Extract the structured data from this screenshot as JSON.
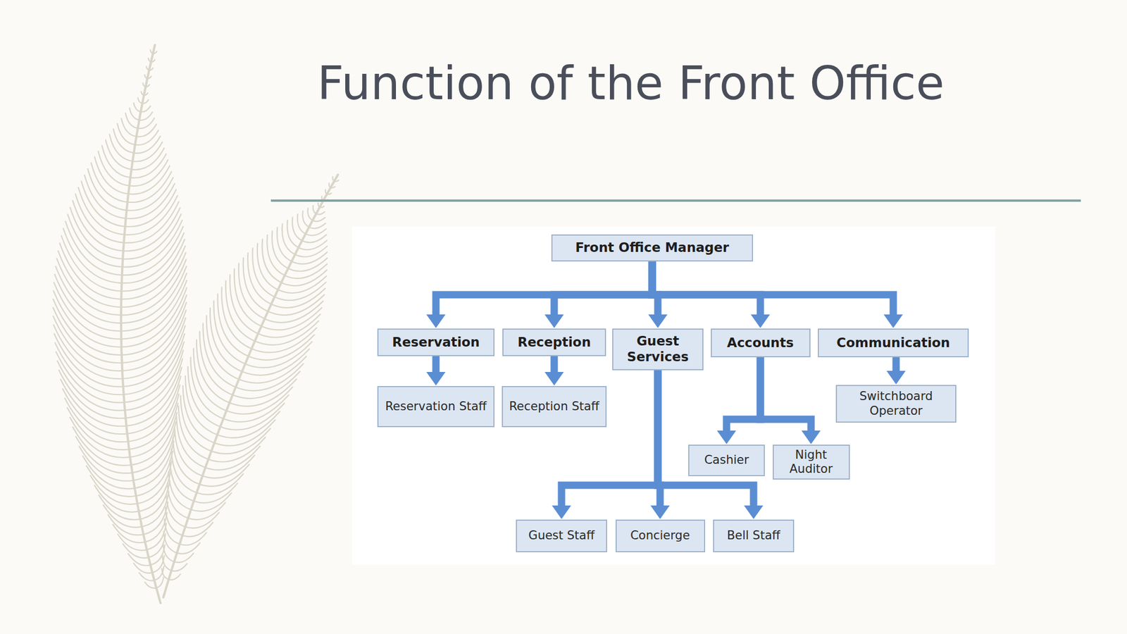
{
  "diagram": {
    "title": "Function of the Front Office",
    "nodes": [
      {
        "text": [
          "Front Office Manager"
        ]
      },
      {
        "text": [
          "Reservation"
        ]
      },
      {
        "text": [
          "Reception"
        ]
      },
      {
        "text": [
          "Guest Services"
        ]
      },
      {
        "text": [
          "Accounts"
        ]
      },
      {
        "text": [
          "Communication"
        ]
      },
      {
        "text": [
          "Reservation Staff"
        ]
      },
      {
        "text": [
          "Reception Staff"
        ]
      },
      {
        "text": [
          "Switchboard Operator"
        ]
      },
      {
        "text": [
          "Cashier"
        ]
      },
      {
        "text": [
          "Night Auditor"
        ]
      },
      {
        "text": [
          "Guest Staff"
        ]
      },
      {
        "text": [
          "Concierge"
        ]
      },
      {
        "text": [
          "Bell Staff"
        ]
      }
    ],
    "edges": [
      {
        "from": 0,
        "to": 1,
        "arrow": "to"
      },
      {
        "from": 0,
        "to": 2,
        "arrow": "to"
      },
      {
        "from": 0,
        "to": 3,
        "arrow": "to"
      },
      {
        "from": 0,
        "to": 4,
        "arrow": "to"
      },
      {
        "from": 0,
        "to": 5,
        "arrow": "to"
      },
      {
        "from": 1,
        "to": 6,
        "arrow": "to"
      },
      {
        "from": 2,
        "to": 7,
        "arrow": "to"
      },
      {
        "from": 5,
        "to": 8,
        "arrow": "to"
      },
      {
        "from": 4,
        "to": 9,
        "arrow": "to"
      },
      {
        "from": 4,
        "to": 10,
        "arrow": "to"
      },
      {
        "from": 3,
        "to": 11,
        "arrow": "to"
      },
      {
        "from": 3,
        "to": 12,
        "arrow": "to"
      },
      {
        "from": 3,
        "to": 13,
        "arrow": "to"
      }
    ]
  }
}
